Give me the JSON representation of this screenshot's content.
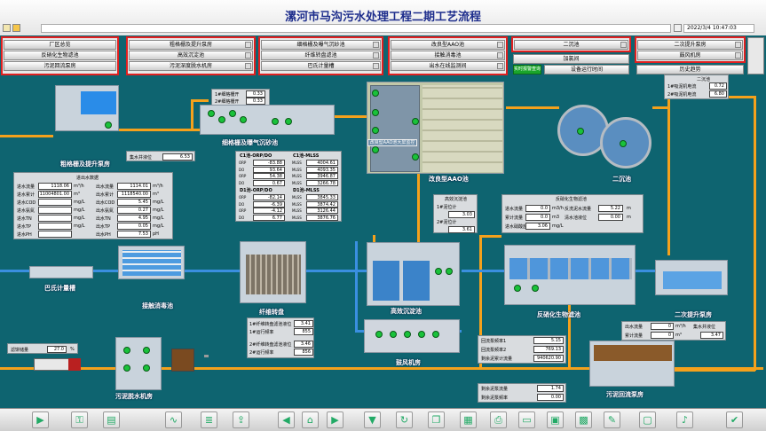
{
  "header": {
    "title": "漯河市马沟污水处理工程二期工艺流程",
    "datetime": "2022/3/4 10:47:03"
  },
  "nav": {
    "group1": [
      "厂区总览",
      "反硝化生物滤池",
      "污泥回流泵房"
    ],
    "group2": [
      "粗格栅及提升泵房",
      "高效沉淀池",
      "污泥深度脱水机房"
    ],
    "group3": [
      "细格栅及曝气沉砂池",
      "纤维转盘滤池",
      "巴氏计量槽"
    ],
    "group4": [
      "改良型AAO池",
      "接触消毒池",
      "出水在线监测间"
    ],
    "col5": [
      "二沉池",
      "加氯间",
      "设备运行时间"
    ],
    "group6": [
      "二次提升泵房",
      "鼓风机房",
      "历史趋势"
    ],
    "alarm_btn": "实时报警查询"
  },
  "areas": {
    "coarse_screen": "粗格栅及提升泵房",
    "fine_screen": "细格栅及曝气沉砂池",
    "aao": "改良型AAO池",
    "secondary_clar": "二沉池",
    "second_lift": "二次提升泵房",
    "denitri_filter": "反硝化生物滤池",
    "hd_clar": "高效沉淀池",
    "fiber_disc": "纤维转盘",
    "contact_disinf": "接触消毒池",
    "parshall": "巴氏计量槽",
    "blower": "鼓风机房",
    "sludge_dewater": "污泥脱水机房",
    "sludge_return": "污泥回流泵房",
    "aao_overlay": "改良型AAO池大屏监控"
  },
  "fine_screen_panel": {
    "rows": [
      {
        "label": "1#细格栅开",
        "value": "0.33"
      },
      {
        "label": "2#细格栅开",
        "value": "0.33"
      }
    ]
  },
  "coarse_level": {
    "label": "集水井液位",
    "value": "6.53"
  },
  "inlet_panel": {
    "title": "进出水数据",
    "left": [
      {
        "label": "进水流量",
        "value": "1118.06",
        "unit": "m³/h"
      },
      {
        "label": "进水累计",
        "value": "11004801.00",
        "unit": "m³"
      },
      {
        "label": "进水COD",
        "value": "",
        "unit": "mg/L"
      },
      {
        "label": "进水氨氮",
        "value": "",
        "unit": "mg/L"
      },
      {
        "label": "进水TN",
        "value": "",
        "unit": "mg/L"
      },
      {
        "label": "进水TP",
        "value": "",
        "unit": "mg/L"
      },
      {
        "label": "进水PH",
        "value": "",
        "unit": ""
      }
    ],
    "right": [
      {
        "label": "出水流量",
        "value": "1114.01",
        "unit": "m³/h"
      },
      {
        "label": "出水累计",
        "value": "1118540.00",
        "unit": "m³"
      },
      {
        "label": "出水COD",
        "value": "5.45",
        "unit": "mg/L"
      },
      {
        "label": "出水氨氮",
        "value": "0.27",
        "unit": "mg/L"
      },
      {
        "label": "出水TN",
        "value": "4.95",
        "unit": "mg/L"
      },
      {
        "label": "出水TP",
        "value": "0.05",
        "unit": "mg/L"
      },
      {
        "label": "出水PH",
        "value": "7.53",
        "unit": "pH"
      }
    ]
  },
  "aao_panel": {
    "c1a": {
      "title": "C1池-ORP/DO",
      "rows": [
        [
          "ORP",
          "-83.88"
        ],
        [
          "DO",
          "93.64"
        ],
        [
          "ORP",
          "54.38"
        ],
        [
          "DO",
          "0.67"
        ]
      ]
    },
    "c1b": {
      "title": "C1池-MLSS",
      "rows": [
        [
          "MLSS",
          "4004.61"
        ],
        [
          "MLSS",
          "4093.35"
        ],
        [
          "MLSS",
          "3946.87"
        ],
        [
          "MLSS",
          "3266.78"
        ]
      ]
    },
    "d1a": {
      "title": "D1池-ORP/DO",
      "rows": [
        [
          "ORP",
          "-82.14"
        ],
        [
          "DO",
          "-6.39"
        ],
        [
          "ORP",
          "-4.12"
        ],
        [
          "DO",
          "6.77"
        ]
      ]
    },
    "d1b": {
      "title": "D1池-MLSS",
      "rows": [
        [
          "MLSS",
          "3845.33"
        ],
        [
          "MLSS",
          "3874.42"
        ],
        [
          "MLSS",
          "3126.44"
        ],
        [
          "MLSS",
          "3876.76"
        ]
      ]
    }
  },
  "second_clar_panel": {
    "title": "二沉池",
    "rows": [
      {
        "label": "1#吸泥机电流",
        "value": "0.72"
      },
      {
        "label": "2#吸泥机电流",
        "value": "6.80"
      }
    ]
  },
  "hd_panel": {
    "title": "高效沉淀池",
    "rows": [
      {
        "label": "1#泥位计",
        "value": "3.03"
      },
      {
        "label": "2#泥位计",
        "value": "3.61"
      }
    ]
  },
  "denitri_panel": {
    "title": "反硝化生物滤池",
    "rows": [
      {
        "l1": "进水流量",
        "v1": "0.0",
        "u1": "m3/h",
        "l2": "反洗泥水流量",
        "v2": "5.22",
        "u2": "m"
      },
      {
        "l1": "累计流量",
        "v1": "0.0",
        "u1": "m3",
        "l2": "清水池液位",
        "v2": "0.00",
        "u2": "m"
      },
      {
        "l1": "进水硝酸盐",
        "v1": "3.06",
        "u1": "mg/L",
        "l2": "",
        "v2": "",
        "u2": ""
      }
    ]
  },
  "fiber_panel": {
    "rows": [
      {
        "label": "1#纤维转盘滤池液位",
        "value": "3.41"
      },
      {
        "label": "1#运行频率",
        "value": "855"
      },
      {
        "label": "2#纤维转盘滤池液位",
        "value": "3.46"
      },
      {
        "label": "2#运行频率",
        "value": "856"
      }
    ]
  },
  "lift2_panel": {
    "rows": [
      {
        "label": "出水流量",
        "value": "0",
        "unit": "m³/h"
      },
      {
        "label": "累计流量",
        "value": "0",
        "unit": "m³"
      }
    ],
    "level_label": "集水井液位",
    "level": "3.47"
  },
  "sludge_return_panel": {
    "rows": [
      {
        "label": "回流泵频率1",
        "value": "5.15"
      },
      {
        "label": "回流泵频率2",
        "value": "769.13"
      },
      {
        "label": "剩余泥累计流量",
        "value": "940620.90"
      }
    ]
  },
  "sludge_return_panel2": {
    "rows": [
      {
        "label": "剩余泥泵流量",
        "value": "1.74"
      },
      {
        "label": "剩余泥泵频率",
        "value": "0.00"
      }
    ]
  },
  "dewater_panel": {
    "label": "滤饼储量",
    "value": "27.0",
    "unit": "%"
  },
  "toolbar": {
    "icons": [
      "play-icon",
      "key-icon",
      "folder-icon",
      "trend-icon",
      "list-icon",
      "export-icon",
      "arrow-left-icon",
      "home-icon",
      "arrow-right-icon",
      "arrow-down-icon",
      "refresh-icon",
      "copy-icon",
      "grid-icon",
      "print-icon",
      "doc-icon",
      "window-icon",
      "image-icon",
      "tool-icon",
      "monitor-icon",
      "sound-icon",
      "check-icon"
    ]
  }
}
